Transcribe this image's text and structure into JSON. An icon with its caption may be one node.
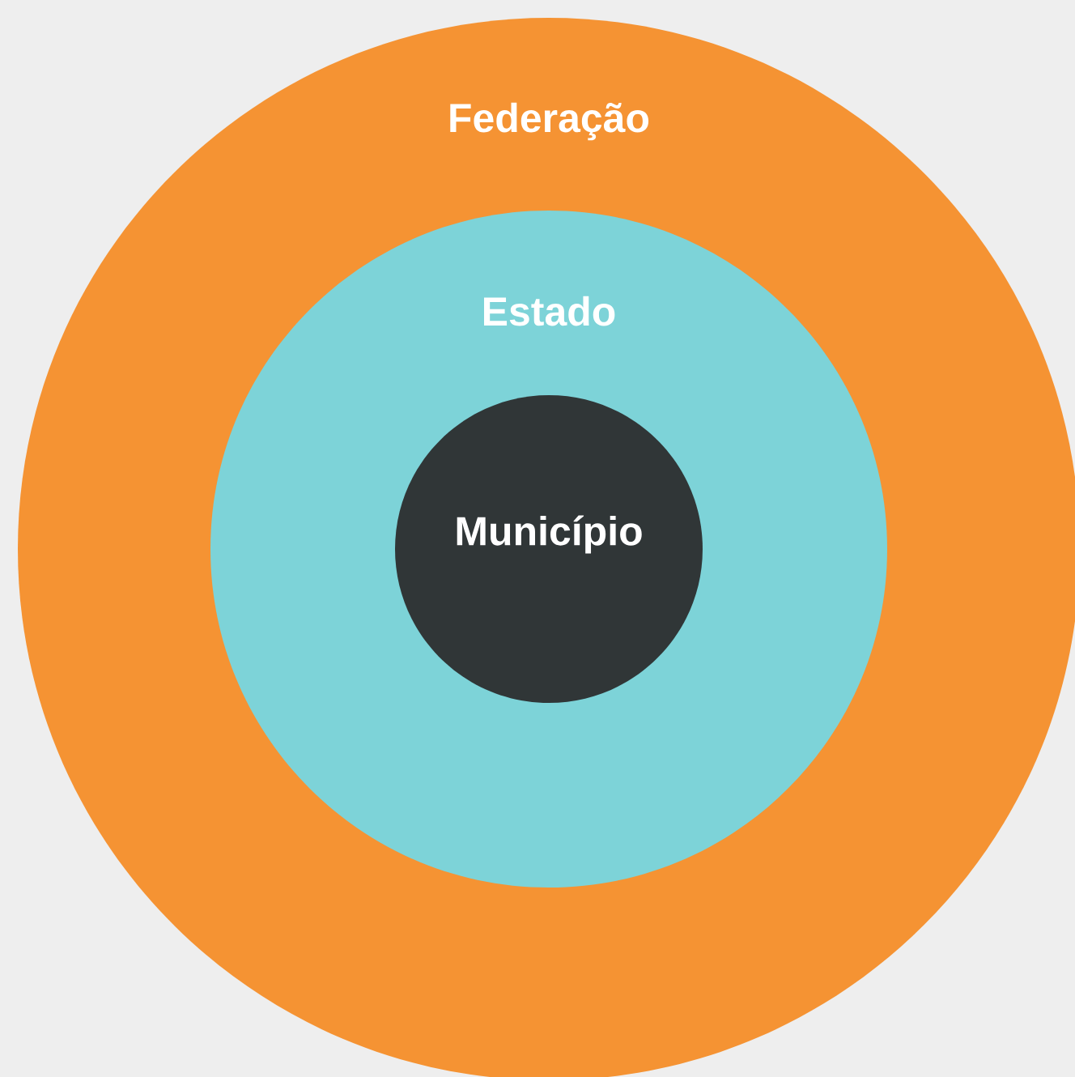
{
  "diagram": {
    "nodes": [
      {
        "text": [
          "Federação"
        ]
      },
      {
        "text": [
          "Estado"
        ],
        "in": 0
      },
      {
        "text": [
          "Município"
        ],
        "in": 1
      }
    ]
  }
}
